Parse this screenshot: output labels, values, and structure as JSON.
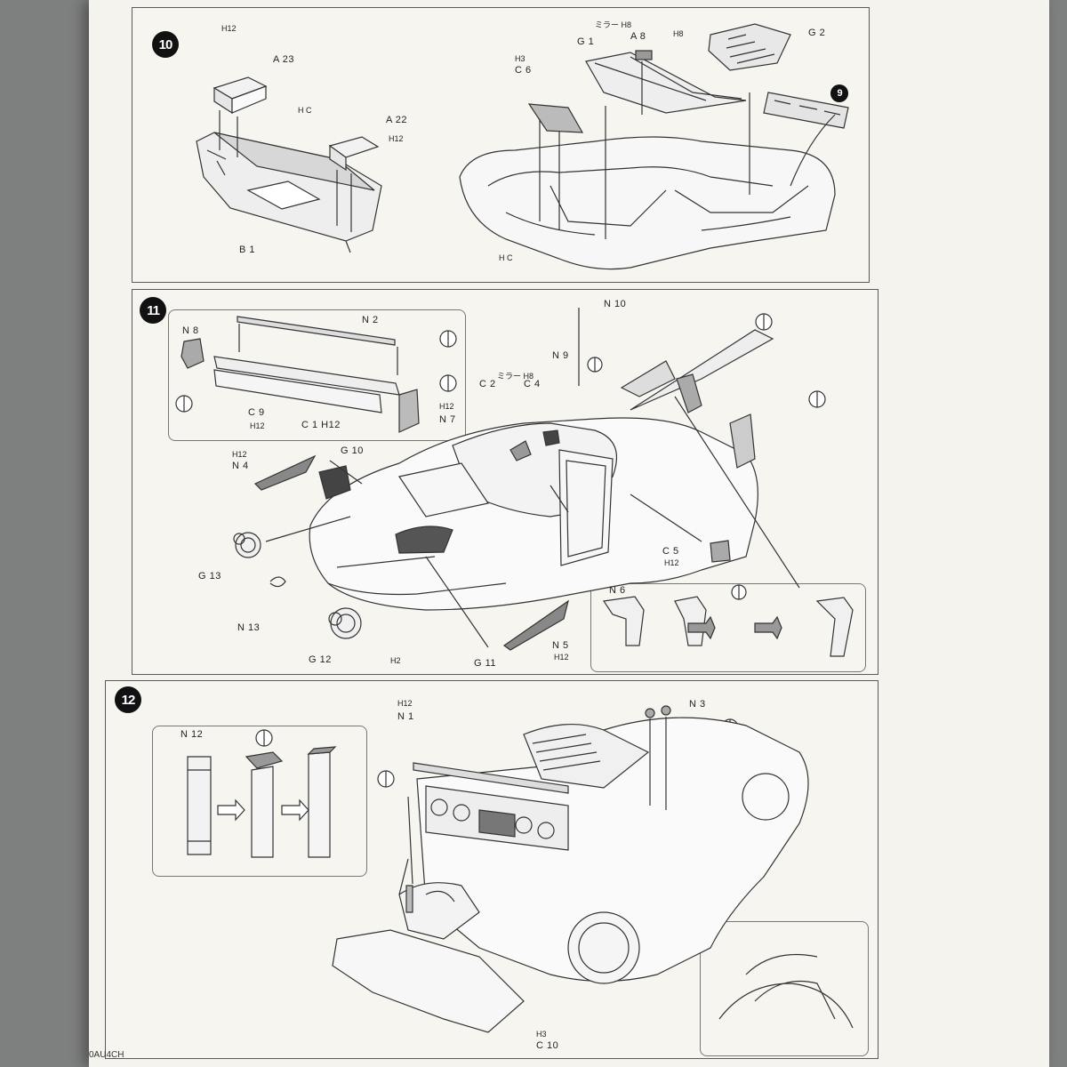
{
  "steps": {
    "s10": "10",
    "s11": "11",
    "s12": "12"
  },
  "step10": {
    "labels": {
      "h12_a23": "H12",
      "a23": "A 23",
      "hc_top": "H C",
      "a22": "A 22",
      "h12_a22": "H12",
      "b1": "B 1",
      "mirror_h8": "ミラー H8",
      "a8": "A 8",
      "h8": "H8",
      "g1": "G 1",
      "h3": "H3",
      "c6": "C 6",
      "g2": "G 2",
      "nine": "9",
      "hc_bottom": "H C"
    }
  },
  "step11": {
    "labels": {
      "n10": "N 10",
      "n8": "N 8",
      "n2": "N 2",
      "c9": "C 9",
      "h12_c9": "H12",
      "c1": "C 1 H12",
      "h12_n7": "H12",
      "n7": "N 7",
      "n9": "N 9",
      "mirror_h8": "ミラー H8",
      "c2": "C 2",
      "c4": "C 4",
      "h12_n4": "H12",
      "n4": "N 4",
      "g10": "G 10",
      "g13": "G 13",
      "n13": "N 13",
      "g12": "G 12",
      "h2": "H2",
      "g11": "G 11",
      "n5": "N 5",
      "h12_n5": "H12",
      "c5": "C 5",
      "h12_c5": "H12",
      "n6": "N 6"
    }
  },
  "step12": {
    "labels": {
      "n12": "N 12",
      "h12_n1": "H12",
      "n1": "N 1",
      "n3": "N 3",
      "h3": "H3",
      "c10": "C 10"
    }
  },
  "footer": {
    "code": "0AU4CH"
  }
}
